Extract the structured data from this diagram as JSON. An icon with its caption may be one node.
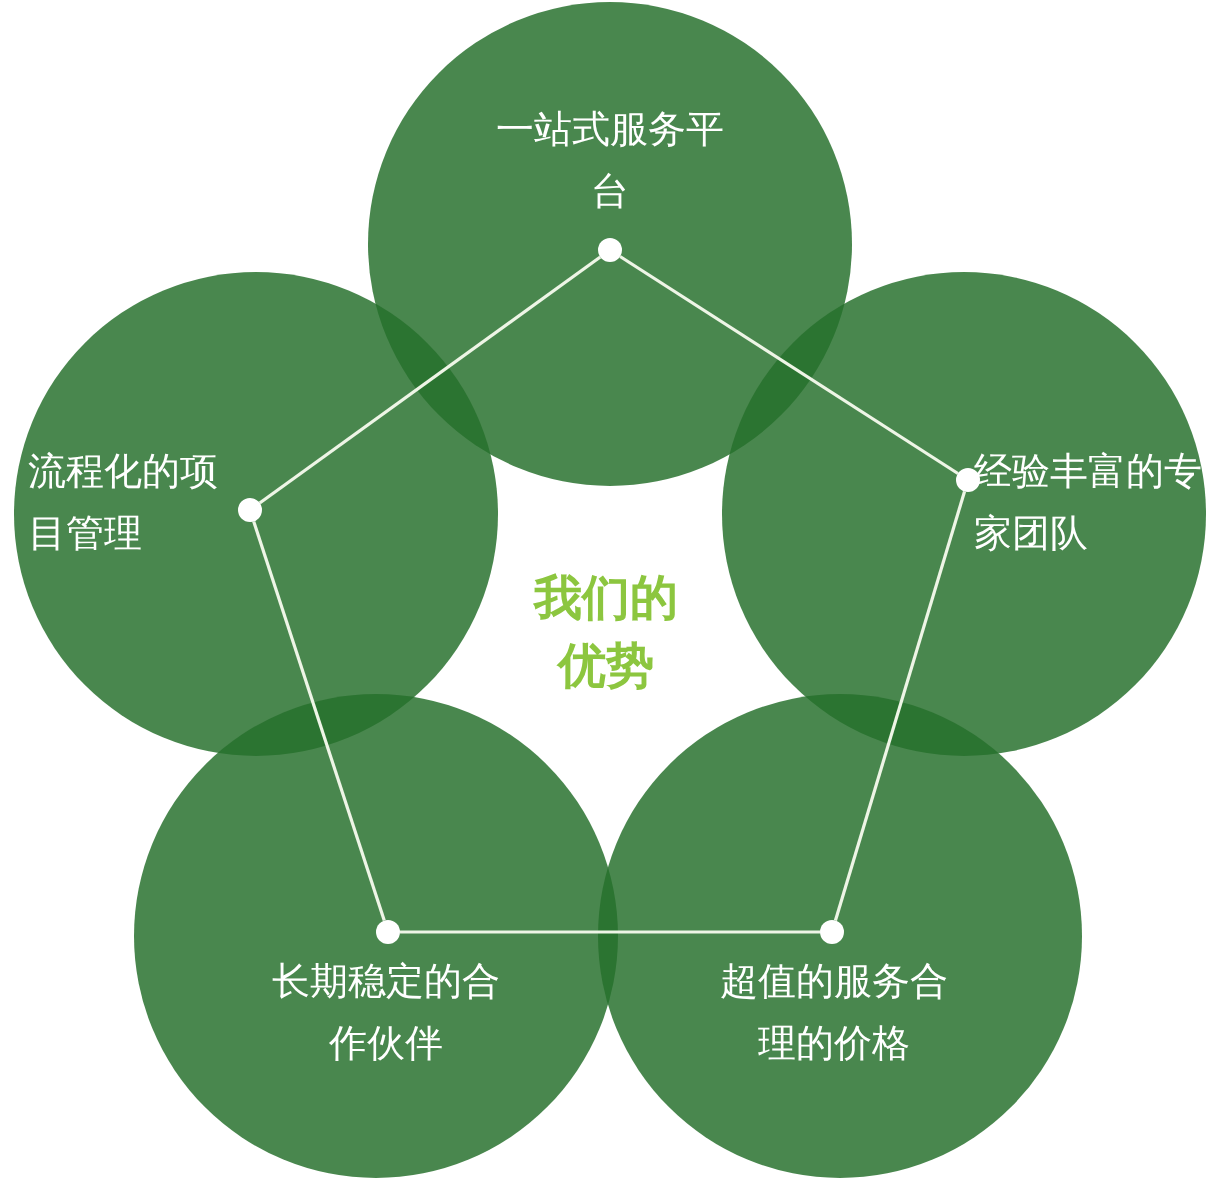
{
  "diagram": {
    "nodes": [
      {
        "text": [
          "一站式服务平台"
        ]
      },
      {
        "text": [
          "流程化的项目管理"
        ]
      },
      {
        "text": [
          "经验丰富的专家团队"
        ]
      },
      {
        "text": [
          "长期稳定的合作伙伴"
        ]
      },
      {
        "text": [
          "超值的服务合理的价格"
        ]
      }
    ],
    "edges": [
      {
        "from": 0,
        "to": 2,
        "arrow": "none"
      },
      {
        "from": 2,
        "to": 4,
        "arrow": "none"
      },
      {
        "from": 4,
        "to": 3,
        "arrow": "none"
      },
      {
        "from": 3,
        "to": 1,
        "arrow": "none"
      },
      {
        "from": 1,
        "to": 0,
        "arrow": "none"
      }
    ],
    "labels": [
      "我们的优势"
    ]
  }
}
